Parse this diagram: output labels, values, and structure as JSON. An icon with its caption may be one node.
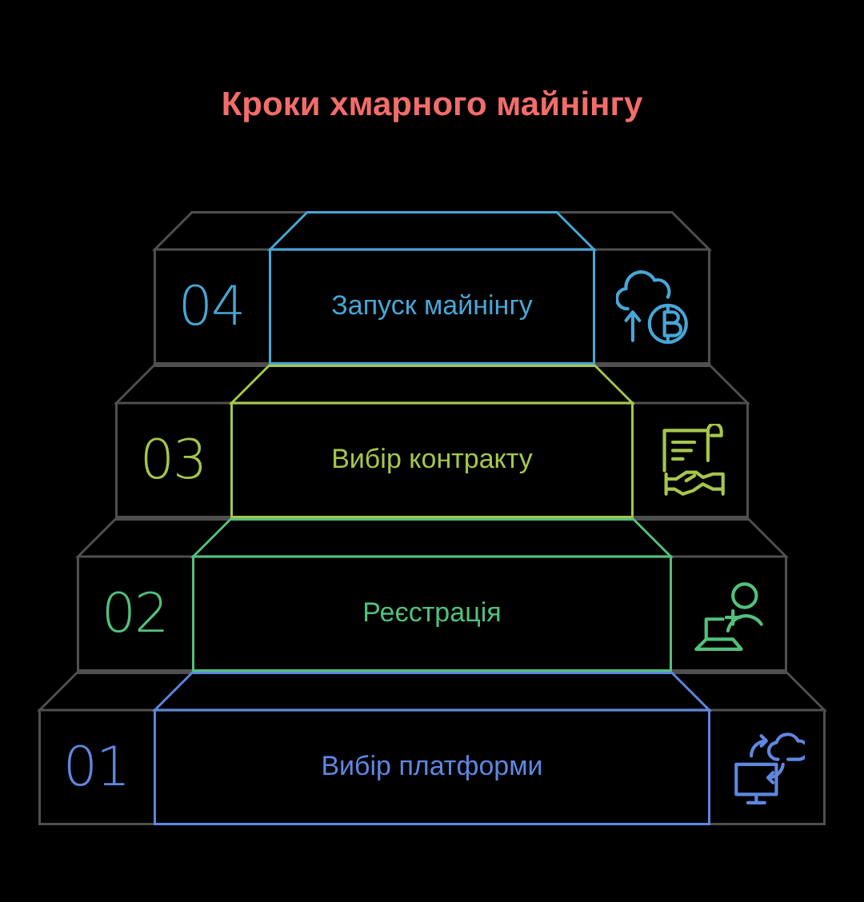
{
  "diagram": {
    "title": "Кроки хмарного майнінгу",
    "nodes": [
      {
        "text": [
          "04"
        ]
      },
      {
        "text": [
          "Запуск майнінгу"
        ],
        "in": 0
      },
      {
        "text": [
          "03"
        ]
      },
      {
        "text": [
          "Вибір контракту"
        ],
        "in": 2
      },
      {
        "text": [
          "02"
        ]
      },
      {
        "text": [
          "Реєстрація"
        ],
        "in": 4
      },
      {
        "text": [
          "01"
        ]
      },
      {
        "text": [
          "Вибір платформи"
        ],
        "in": 6
      }
    ]
  }
}
